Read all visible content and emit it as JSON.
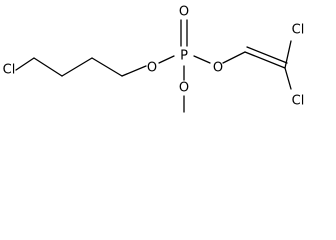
{
  "molecule": {
    "atoms": {
      "cl_left": "Cl",
      "o_left": "O",
      "p_center": "P",
      "o_top": "O",
      "o_right": "O",
      "o_bottom": "O",
      "cl_top_right": "Cl",
      "cl_bottom_right": "Cl"
    }
  },
  "colors": {
    "background": "#ffffff",
    "ink": "#000000"
  }
}
